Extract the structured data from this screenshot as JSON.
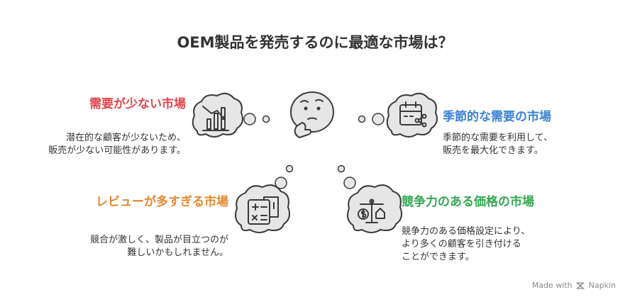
{
  "title": "OEM製品を発売するのに最適な市場は？",
  "colors": {
    "low_demand": "#e0474c",
    "seasonal": "#3b82d6",
    "competitive": "#34a853",
    "reviews": "#e3892f",
    "cloud_fill": "#e6e6e6",
    "stroke": "#3a3a3a"
  },
  "segments": [
    {
      "heading": "需要が少ない市場",
      "description": "潜在的な顧客が少ないため、\n販売が少ない可能性があります。",
      "icon": "declining-bar-chart-icon"
    },
    {
      "heading": "季節的な需要の市場",
      "description": "季節的な需要を利用して、\n販売を最大化できます。",
      "icon": "calendar-share-icon"
    },
    {
      "heading": "レビューが多すぎる市場",
      "description": "競合が激しく、製品が目立つのが\n難しいかもしれません。",
      "icon": "calculator-document-icon"
    },
    {
      "heading": "競争力のある価格の市場",
      "description": "競争力のある価格設定により、\nより多くの顧客を引き付ける\nことができます。",
      "icon": "dollar-scale-house-icon"
    }
  ],
  "center_icon": "thinking-face-icon",
  "footer": {
    "prefix": "Made with",
    "brand": "Napkin"
  }
}
